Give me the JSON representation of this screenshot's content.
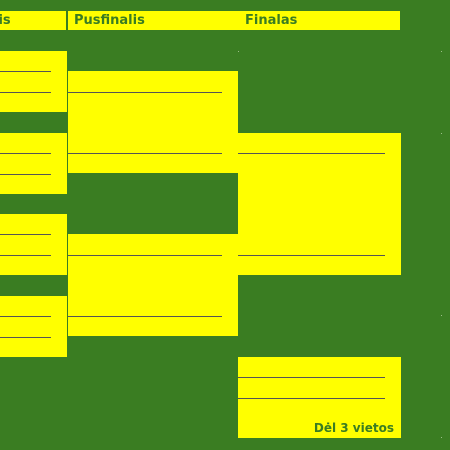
{
  "headers": {
    "quarterfinals": "lis",
    "semifinals": "Pusfinalis",
    "final": "Finalas"
  },
  "third_place": {
    "label": "Dėl 3 vietos"
  },
  "colors": {
    "background": "#3a7d22",
    "box": "#ffff00",
    "line": "#555555"
  }
}
